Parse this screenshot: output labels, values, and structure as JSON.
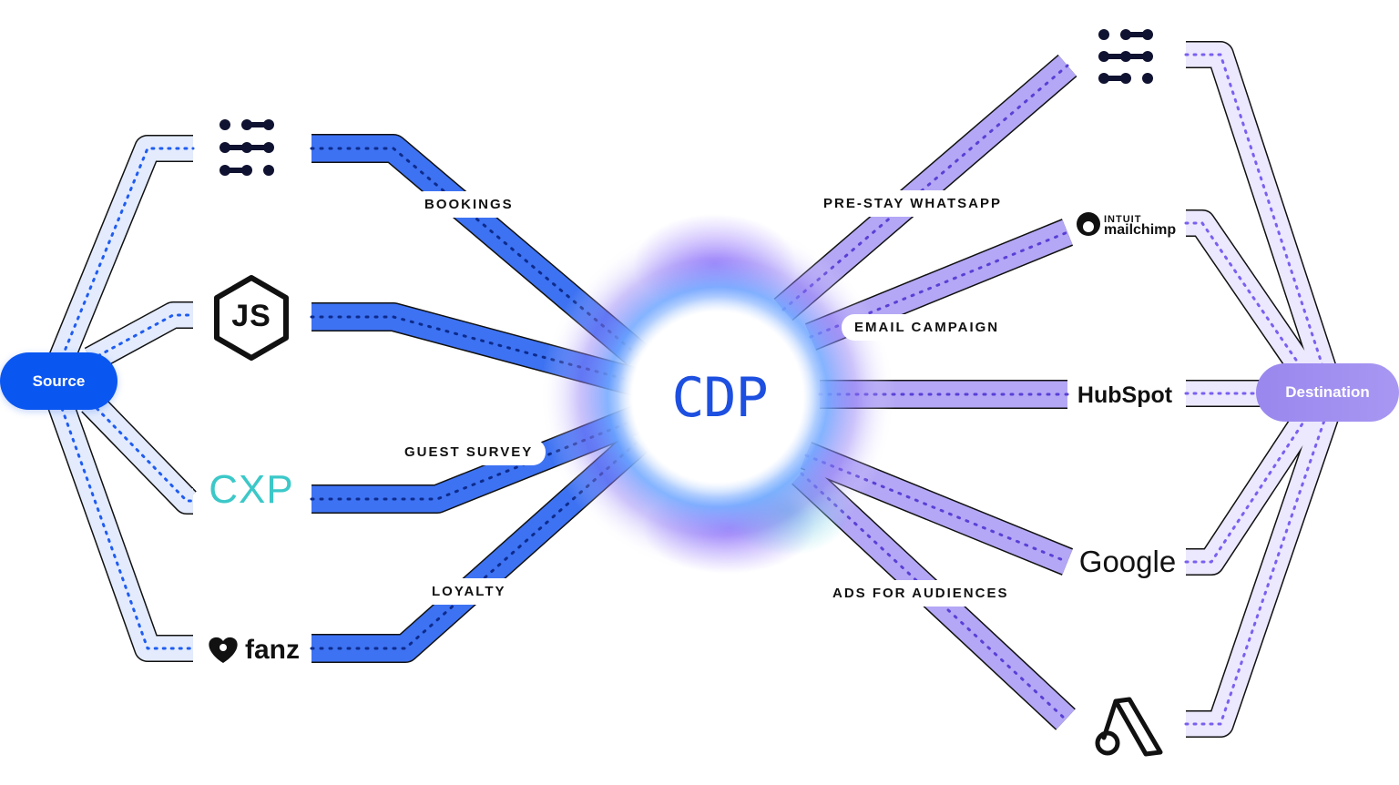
{
  "source_label": "Source",
  "destination_label": "Destination",
  "center_label": "CDP",
  "flow_labels": {
    "bookings": "BOOKINGS",
    "guest_survey": "GUEST SURVEY",
    "loyalty": "LOYALTY",
    "pre_stay_whatsapp": "PRE-STAY WHATSAPP",
    "email_campaign": "EMAIL CAMPAIGN",
    "ads_for_audiences": "ADS FOR AUDIENCES"
  },
  "sources": [
    {
      "name": "dots-grid-logo",
      "text": ""
    },
    {
      "name": "nodejs-logo",
      "text": "JS"
    },
    {
      "name": "cxp-logo",
      "text": "CXP"
    },
    {
      "name": "fanz-logo",
      "text": "fanz"
    }
  ],
  "destinations": [
    {
      "name": "dots-grid-logo",
      "text": ""
    },
    {
      "name": "mailchimp-logo",
      "line1": "INTUIT",
      "line2": "mailchimp"
    },
    {
      "name": "hubspot-logo",
      "text": "HubSpot"
    },
    {
      "name": "google-logo",
      "text": "Google"
    },
    {
      "name": "google-ads-logo",
      "text": ""
    }
  ],
  "colors": {
    "source_blue": "#0a56f0",
    "destination_purple": "#9d8bf0",
    "source_band": "#3d72f2",
    "destination_band": "#b4a7f5",
    "light_blue_band": "#e3ebfd",
    "light_purple_band": "#ece8fd",
    "cxp_teal": "#3cc8c8"
  }
}
